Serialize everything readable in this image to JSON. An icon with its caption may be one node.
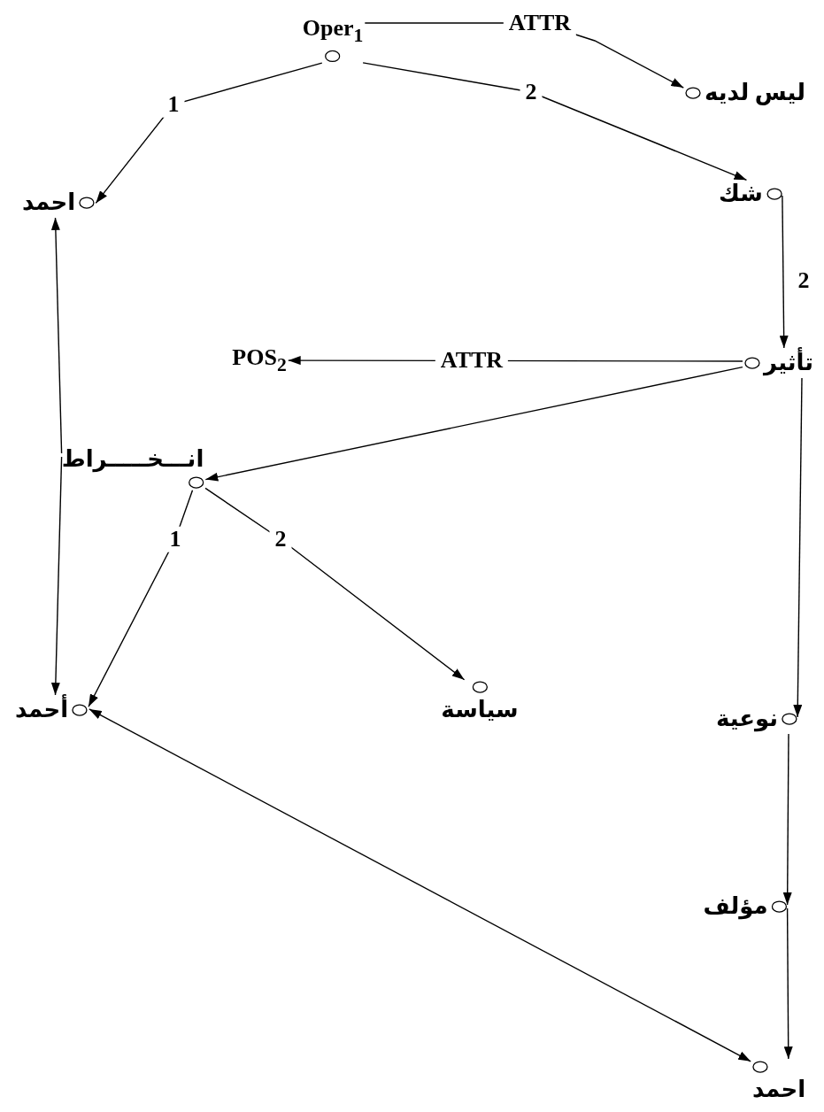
{
  "diagram": {
    "nodes": [
      {
        "text": [
          "Oper$_{1}$"
        ]
      },
      {
        "text": [
          "ليس لديه"
        ]
      },
      {
        "text": [
          "احمد"
        ]
      },
      {
        "text": [
          "شك"
        ]
      },
      {
        "text": [
          "تأثير"
        ]
      },
      {
        "text": [
          "POS$_{2}$"
        ]
      },
      {
        "text": [
          "انـــخـــــراط"
        ]
      },
      {
        "text": [
          "أحمد"
        ]
      },
      {
        "text": [
          "سياسة"
        ]
      },
      {
        "text": [
          "نوعية"
        ]
      },
      {
        "text": [
          "مؤلف"
        ]
      },
      {
        "text": [
          "احمد"
        ]
      }
    ],
    "edges": [
      {
        "from": 0,
        "to": 1,
        "arrow": "to",
        "label": "ATTR"
      },
      {
        "from": 0,
        "to": 2,
        "arrow": "to",
        "label": "1"
      },
      {
        "from": 0,
        "to": 3,
        "arrow": "to",
        "label": "2"
      },
      {
        "from": 3,
        "to": 4,
        "arrow": "to",
        "label": "2"
      },
      {
        "from": 4,
        "to": 5,
        "arrow": "to",
        "label": "ATTR"
      },
      {
        "from": 4,
        "to": 6,
        "arrow": "to"
      },
      {
        "from": 6,
        "to": 2,
        "arrow": "to"
      },
      {
        "from": 6,
        "to": 7,
        "arrow": "to"
      },
      {
        "from": 6,
        "to": 7,
        "arrow": "to",
        "label": "1"
      },
      {
        "from": 6,
        "to": 8,
        "arrow": "to",
        "label": "2"
      },
      {
        "from": 4,
        "to": 9,
        "arrow": "to"
      },
      {
        "from": 9,
        "to": 10,
        "arrow": "to"
      },
      {
        "from": 10,
        "to": 11,
        "arrow": "to"
      },
      {
        "from": 11,
        "to": 7,
        "arrow": "both"
      }
    ]
  }
}
